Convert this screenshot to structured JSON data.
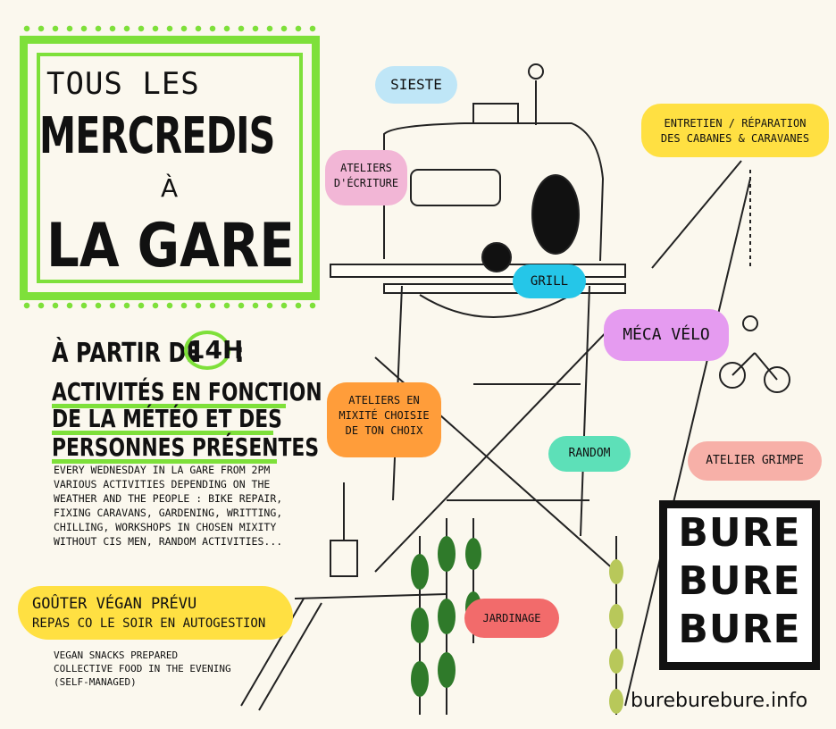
{
  "title": {
    "line1": "TOUS LES",
    "line2": "MERCREDIS",
    "line3": "À",
    "line4": "LA GARE"
  },
  "activities": {
    "line1_before": "À PARTIR DE",
    "hour": "14H",
    "line1_after": ":",
    "line2": "ACTIVITÉS EN FONCTION",
    "line3": "DE LA MÉTÉO ET DES",
    "line4": "PERSONNES PRÉSENTES"
  },
  "english_text": "EVERY WEDNESDAY IN LA GARE FROM 2PM VARIOUS ACTIVITIES DEPENDING ON THE WEATHER AND THE PEOPLE : BIKE REPAIR, FIXING CARAVANS, GARDENING, WRITTING, CHILLING, WORKSHOPS IN CHOSEN MIXITY WITHOUT CIS MEN, RANDOM ACTIVITIES...",
  "snack": {
    "fr_line1": "GOÛTER VÉGAN PRÉVU",
    "fr_line2": "REPAS CO LE SOIR EN AUTOGESTION",
    "en_line1": "VEGAN SNACKS PREPARED",
    "en_line2": "COLLECTIVE FOOD IN THE EVENING",
    "en_line3": "(SELF-MANAGED)"
  },
  "labels": {
    "sieste": "SIESTE",
    "entretien_1": "ENTRETIEN / RÉPARATION",
    "entretien_2": "DES CABANES & CARAVANES",
    "ecriture_1": "ATELIERS",
    "ecriture_2": "D'ÉCRITURE",
    "grill": "GRILL",
    "meca": "MÉCA VÉLO",
    "mixite_1": "ATELIERS EN",
    "mixite_2": "MIXITÉ CHOISIE",
    "mixite_3": "DE TON CHOIX",
    "random": "RANDOM",
    "grimpe": "ATELIER GRIMPE",
    "jardinage": "JARDINAGE"
  },
  "logo": {
    "line1": "BURE",
    "line2": "BURE",
    "line3": "BURE"
  },
  "website": "bureburebure.info",
  "colors": {
    "green": "#7ee03a",
    "yellow": "#ffe042",
    "blue": "#25c6e8",
    "pink": "#f2b6d6",
    "orange": "#ff9d3a",
    "violet": "#e59bf0",
    "teal": "#5de0b8",
    "salmon": "#f7b0a8",
    "red": "#f26b6b"
  }
}
